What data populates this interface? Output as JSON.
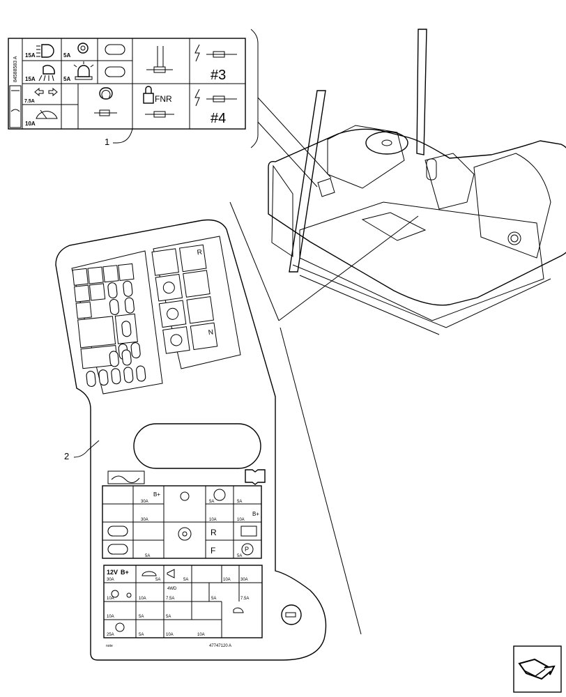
{
  "callouts": {
    "label_1": "1",
    "label_2": "2"
  },
  "decal_1": {
    "part_number": "84588583 A",
    "fuse_ratings": [
      "15A",
      "5A",
      "15A",
      "5A",
      "7.5A",
      "10A"
    ],
    "fnr_label": "FNR",
    "relay_3": "#3",
    "relay_4": "#4"
  },
  "decal_2": {
    "part_number": "47747120 A",
    "b_plus": "B+",
    "voltage_label": "12V",
    "r_label": "R",
    "f_label": "F",
    "n_label": "N",
    "p_label": "P",
    "four_wd": "4WD",
    "footer_mark": "note",
    "fuse_ratings_mid": [
      "30A",
      "30A",
      "5A",
      "5A",
      "10A",
      "10A",
      "5A",
      "5A"
    ],
    "fuse_ratings_low": [
      "30A",
      "5A",
      "5A",
      "10A",
      "30A",
      "10A",
      "10A",
      "7.5A",
      "5A",
      "7.5A",
      "10A",
      "5A",
      "5A",
      "25A",
      "5A",
      "10A",
      "10A"
    ]
  },
  "nav_icon": "next-page-arrow-icon"
}
